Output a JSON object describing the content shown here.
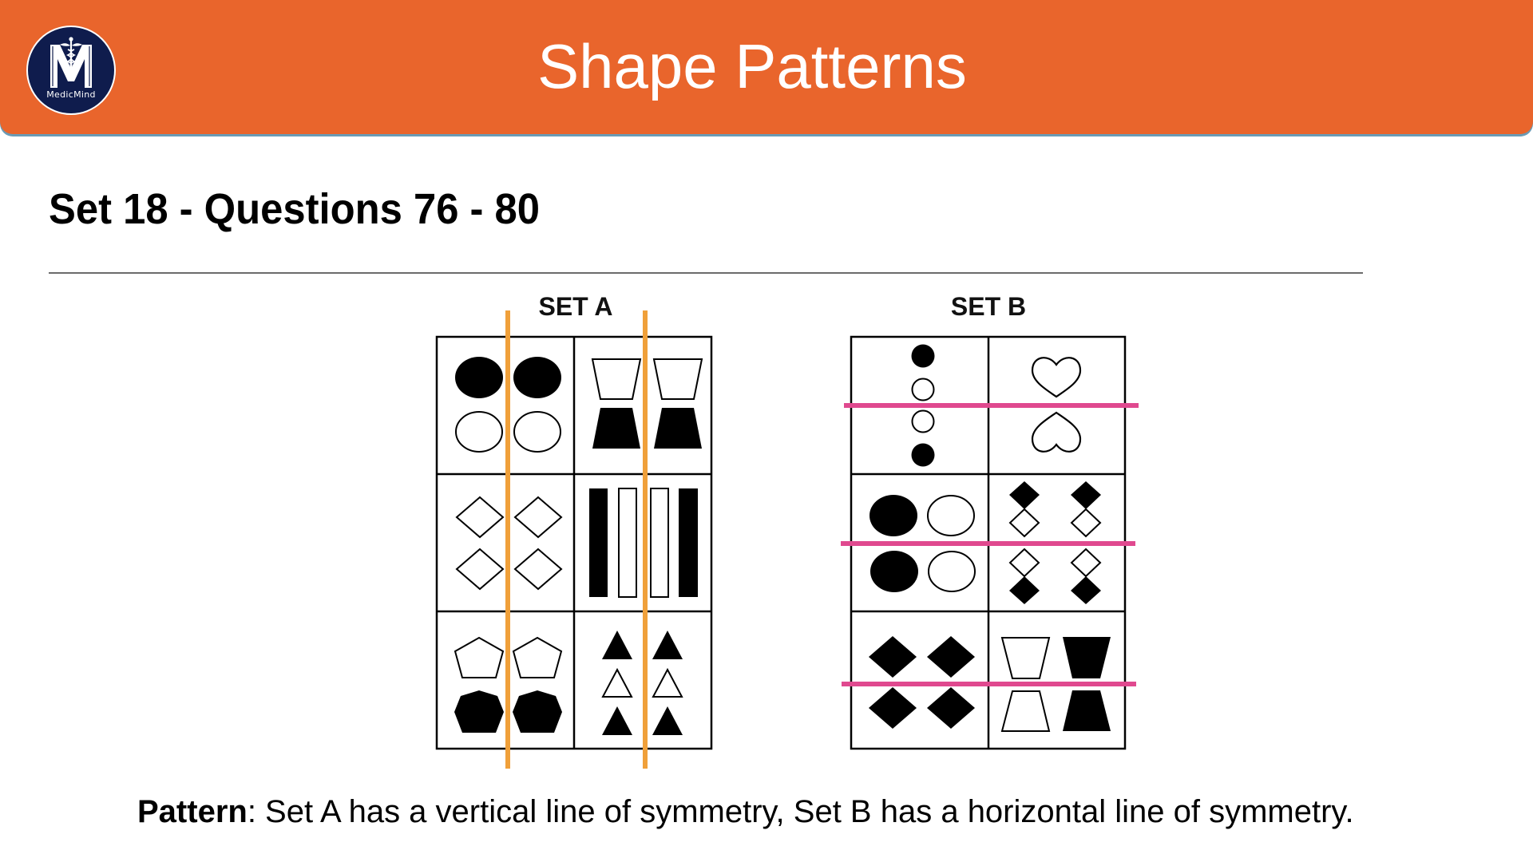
{
  "header": {
    "title": "Shape Patterns",
    "background_color": "#e9652c",
    "logo": {
      "icon": "medicmind-caduceus-m-logo",
      "text": "MedicMind",
      "color": "#0f1c4d"
    }
  },
  "section": {
    "heading": "Set 18 - Questions 76 - 80"
  },
  "figure": {
    "set_a": {
      "label": "SET A",
      "symmetry_line": "vertical",
      "line_color": "#f0a03a",
      "cells": [
        {
          "row": 1,
          "col": 1,
          "content": "two filled ellipses above two outline ellipses"
        },
        {
          "row": 1,
          "col": 2,
          "content": "two outline inverted trapezoids above two filled trapezoids"
        },
        {
          "row": 2,
          "col": 1,
          "content": "four outline diamonds in a 2x2 grid"
        },
        {
          "row": 2,
          "col": 2,
          "content": "four vertical bars: filled, outline, outline, filled"
        },
        {
          "row": 3,
          "col": 1,
          "content": "two outline pentagons above two filled heptagons"
        },
        {
          "row": 3,
          "col": 2,
          "content": "two columns of triangles: filled, outline, filled"
        }
      ]
    },
    "set_b": {
      "label": "SET B",
      "symmetry_line": "horizontal",
      "line_color": "#e0498f",
      "cells": [
        {
          "row": 1,
          "col": 1,
          "content": "vertical stack of circles: filled, outline, outline, filled"
        },
        {
          "row": 1,
          "col": 2,
          "content": "outline heart above inverted outline heart"
        },
        {
          "row": 2,
          "col": 1,
          "content": "filled and outline ellipse pairs, mirrored vertically"
        },
        {
          "row": 2,
          "col": 2,
          "content": "two stacks of filled/outline diamonds mirrored vertically"
        },
        {
          "row": 3,
          "col": 1,
          "content": "four filled diamonds in a 2x2 grid"
        },
        {
          "row": 3,
          "col": 2,
          "content": "outline and filled trapezoids mirrored vertically"
        }
      ]
    }
  },
  "pattern": {
    "label": "Pattern",
    "text": ": Set A has a vertical line of symmetry, Set B has a horizontal line of symmetry."
  }
}
